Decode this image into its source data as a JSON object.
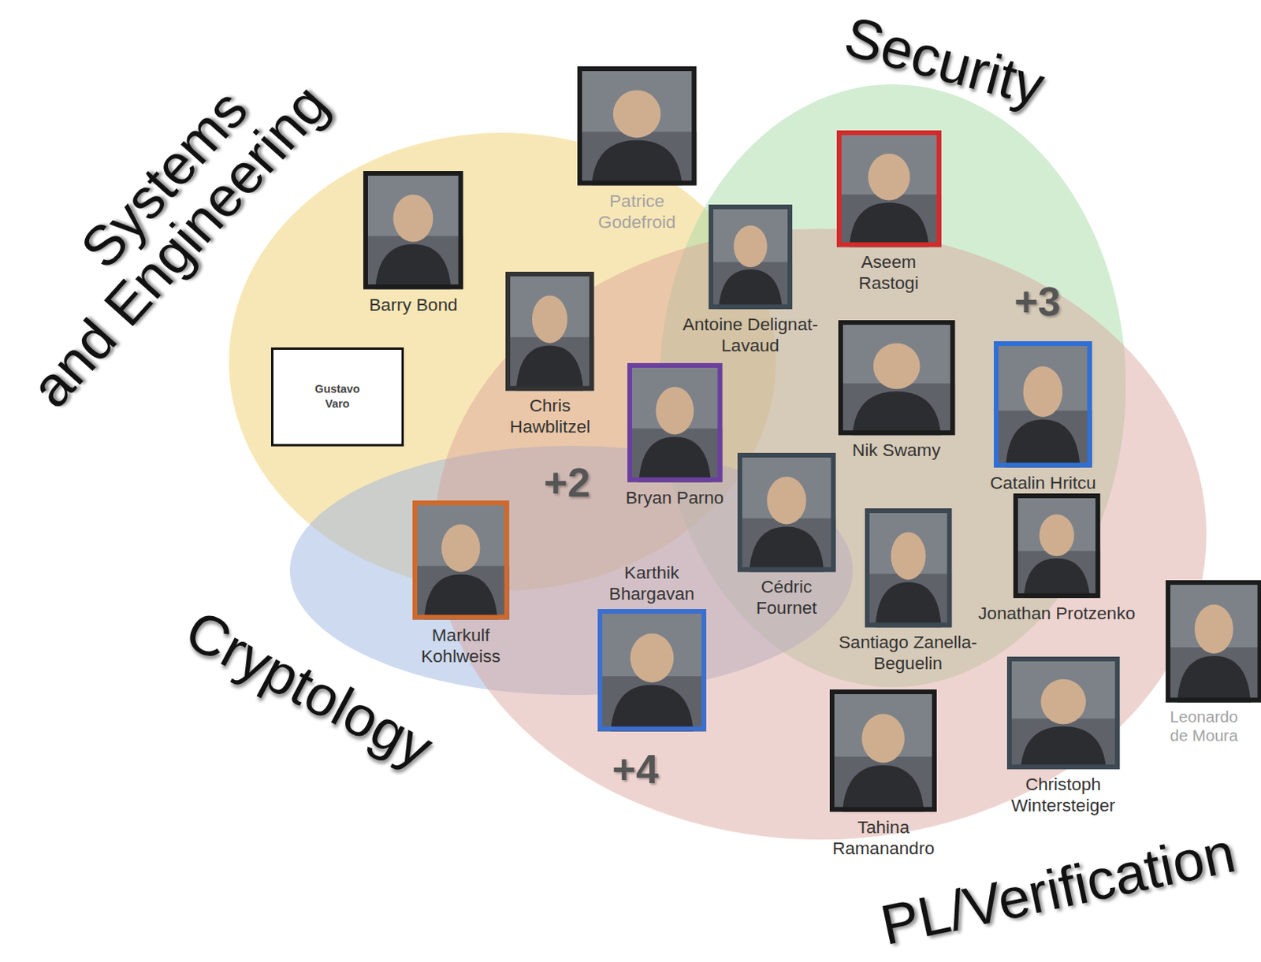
{
  "diagram": {
    "nodes": [
      {
        "text": [
          "Systems and Engineering"
        ]
      },
      {
        "text": [
          "Security"
        ]
      },
      {
        "text": [
          "Cryptology"
        ]
      },
      {
        "text": [
          "PL/Verification"
        ]
      },
      {
        "text": [
          "Patrice Godefroid"
        ]
      },
      {
        "text": [
          "Aseem Rastogi"
        ]
      },
      {
        "text": [
          "Barry Bond"
        ]
      },
      {
        "text": [
          "Antoine Delignat-Lavaud"
        ]
      },
      {
        "text": [
          "Chris Hawblitzel"
        ]
      },
      {
        "text": [
          "Nik Swamy"
        ]
      },
      {
        "text": [
          "Catalin Hritcu"
        ]
      },
      {
        "text": [
          "Gustavo Varo"
        ]
      },
      {
        "text": [
          "Bryan Parno"
        ]
      },
      {
        "text": [
          "Cédric Fournet"
        ]
      },
      {
        "text": [
          "Jonathan Protzenko"
        ]
      },
      {
        "text": [
          "Markulf Kohlweiss"
        ]
      },
      {
        "text": [
          "Karthik Bhargavan"
        ]
      },
      {
        "text": [
          "Santiago Zanella-Beguelin"
        ]
      },
      {
        "text": [
          "Leonardo de Moura"
        ]
      },
      {
        "text": [
          "Christoph Wintersteiger"
        ]
      },
      {
        "text": [
          "Tahina Ramanandro"
        ]
      }
    ],
    "labels": [
      "+3",
      "+2",
      "+4"
    ]
  }
}
